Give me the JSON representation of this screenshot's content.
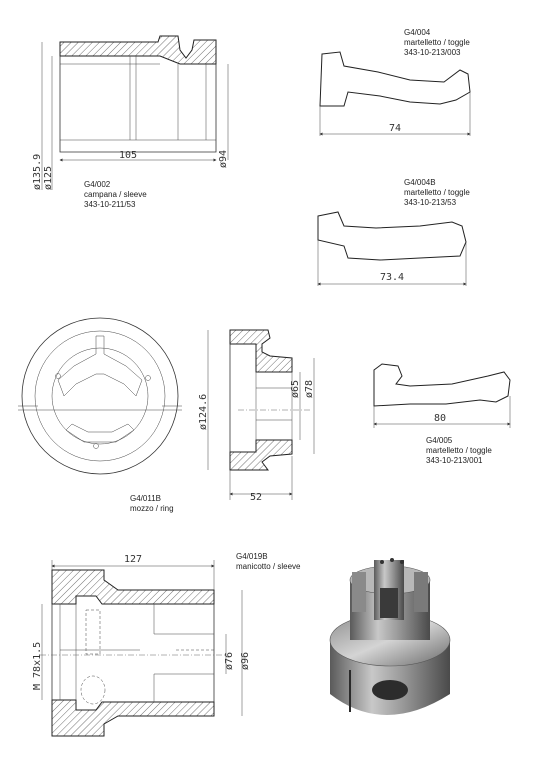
{
  "parts": {
    "g4_002": {
      "code": "G4/002",
      "name": "campana / sleeve",
      "ref": "343-10-211/53",
      "dims": {
        "length": "105",
        "d_outer": "ø135.9",
        "d_bore": "ø125",
        "d_small": "ø94"
      }
    },
    "g4_004": {
      "code": "G4/004",
      "name": "martelletto / toggle",
      "ref": "343-10-213/003",
      "dims": {
        "length": "74"
      }
    },
    "g4_004b": {
      "code": "G4/004B",
      "name": "martelletto / toggle",
      "ref": "343-10-213/53",
      "dims": {
        "length": "73.4"
      }
    },
    "g4_011b": {
      "code": "G4/011B",
      "name": "mozzo / ring",
      "ref": "",
      "dims": {
        "d_outer": "ø124.6",
        "d_65": "ø65",
        "d_78": "ø78",
        "length": "52"
      }
    },
    "g4_005": {
      "code": "G4/005",
      "name": "martelletto / toggle",
      "ref": "343-10-213/001",
      "dims": {
        "length": "80"
      }
    },
    "g4_019b": {
      "code": "G4/019B",
      "name": "manicotto / sleeve",
      "ref": "",
      "dims": {
        "length": "127",
        "thread": "M 78x1.5",
        "d_76": "ø76",
        "d_96": "ø96"
      }
    }
  }
}
